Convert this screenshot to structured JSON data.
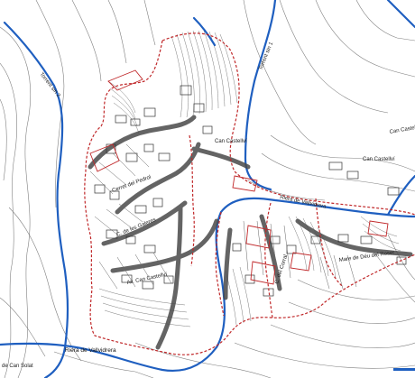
{
  "labels": {
    "torrent_2": "Torrent sin 2",
    "torrent_1": "Torrent sin 1",
    "can_castellvi_1": "Can Castellví",
    "can_castellvi_2": "Can Castellví",
    "can_castellvi_3": "Can Castellví",
    "cerret_pedrol": "Cerret del Pedrol",
    "les_galeres": "C. de les Galeres",
    "av_castellvi": "Av. Can Castellví",
    "riera_vallvidrera_1": "Riera de Vallvidrera",
    "riera_vallvidrera_2": "Riera de Vallvidrera",
    "mare_deu_roser": "Mare de Déu del Roser",
    "de_can_solat": "de Can Solat",
    "c_corral": "C. del Corral"
  },
  "colors": {
    "background": "#ffffff",
    "contour": "#555555",
    "stream": "#1f5fc0",
    "boundary": "#c0282a",
    "street": "#4a4a4a",
    "building": "#333333"
  }
}
